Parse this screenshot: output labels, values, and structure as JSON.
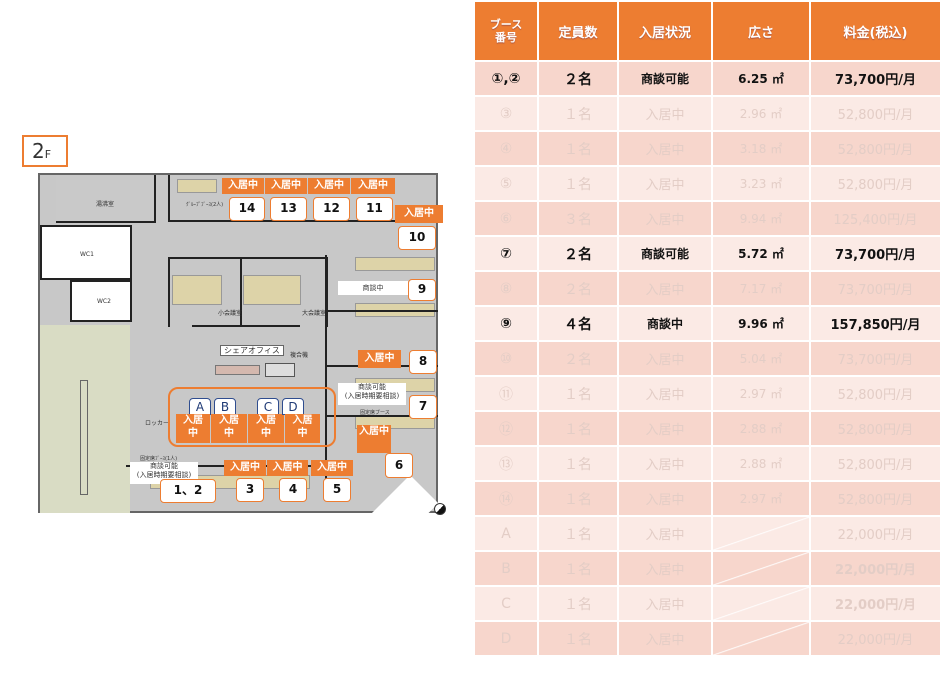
{
  "floor": {
    "number": "2",
    "suffix": "F"
  },
  "plan": {
    "labels": {
      "kitchen": "湯沸室",
      "wc1": "WC1",
      "wc2": "WC2",
      "small_meeting": "小会議室",
      "large_meeting": "大会議室",
      "share_office": "シェアオフィス",
      "copier": "複合機",
      "locker": "ロッカー",
      "fixed_booth": "固定席ブース",
      "small_booth": "ｸﾞﾙｰﾌﾟﾌﾞｰｽ(2人)",
      "booth_1p": "固定席ﾌﾞｰｽ(1人)"
    },
    "booths": [
      {
        "num": "14",
        "status": "入居中"
      },
      {
        "num": "13",
        "status": "入居中"
      },
      {
        "num": "12",
        "status": "入居中"
      },
      {
        "num": "11",
        "status": "入居中"
      },
      {
        "num": "10",
        "status": "入居中"
      },
      {
        "num": "9",
        "status": "商談中"
      },
      {
        "num": "8",
        "status": "入居中"
      },
      {
        "num": "7",
        "status": "商談可能\n(入居時期要相談)"
      },
      {
        "num": "6",
        "status": "入居中"
      },
      {
        "num": "5",
        "status": "入居中"
      },
      {
        "num": "4",
        "status": "入居中"
      },
      {
        "num": "3",
        "status": "入居中"
      },
      {
        "num": "1、2",
        "status": "商談可能\n(入居時期要相談)"
      }
    ],
    "open_seats": [
      {
        "letter": "A",
        "status": "入居\n中"
      },
      {
        "letter": "B",
        "status": "入居\n中"
      },
      {
        "letter": "C",
        "status": "入居\n中"
      },
      {
        "letter": "D",
        "status": "入居\n中"
      }
    ]
  },
  "table": {
    "headers": [
      "ブース\n番号",
      "定員数",
      "入居状況",
      "広さ",
      "料金(税込)"
    ],
    "rows": [
      {
        "booth": "①,②",
        "capacity": "２名",
        "status": "商談可能",
        "area": "6.25 ㎡",
        "fee": "73,700円/月",
        "active": true
      },
      {
        "booth": "③",
        "capacity": "１名",
        "status": "入居中",
        "area": "2.96 ㎡",
        "fee": "52,800円/月"
      },
      {
        "booth": "④",
        "capacity": "１名",
        "status": "入居中",
        "area": "3.18 ㎡",
        "fee": "52,800円/月"
      },
      {
        "booth": "⑤",
        "capacity": "１名",
        "status": "入居中",
        "area": "3.23 ㎡",
        "fee": "52,800円/月"
      },
      {
        "booth": "⑥",
        "capacity": "３名",
        "status": "入居中",
        "area": "9.94 ㎡",
        "fee": "125,400円/月"
      },
      {
        "booth": "⑦",
        "capacity": "２名",
        "status": "商談可能",
        "area": "5.72 ㎡",
        "fee": "73,700円/月",
        "active": true
      },
      {
        "booth": "⑧",
        "capacity": "２名",
        "status": "入居中",
        "area": "7.17 ㎡",
        "fee": "73,700円/月"
      },
      {
        "booth": "⑨",
        "capacity": "４名",
        "status": "商談中",
        "area": "9.96 ㎡",
        "fee": "157,850円/月",
        "active": true
      },
      {
        "booth": "⑩",
        "capacity": "２名",
        "status": "入居中",
        "area": "5.04 ㎡",
        "fee": "73,700円/月"
      },
      {
        "booth": "⑪",
        "capacity": "１名",
        "status": "入居中",
        "area": "2.97 ㎡",
        "fee": "52,800円/月"
      },
      {
        "booth": "⑫",
        "capacity": "１名",
        "status": "入居中",
        "area": "2.88 ㎡",
        "fee": "52,800円/月"
      },
      {
        "booth": "⑬",
        "capacity": "１名",
        "status": "入居中",
        "area": "2.88 ㎡",
        "fee": "52,800円/月"
      },
      {
        "booth": "⑭",
        "capacity": "１名",
        "status": "入居中",
        "area": "2.97 ㎡",
        "fee": "52,800円/月"
      },
      {
        "booth": "A",
        "capacity": "１名",
        "status": "入居中",
        "area": "",
        "fee": "22,000円/月"
      },
      {
        "booth": "B",
        "capacity": "１名",
        "status": "入居中",
        "area": "",
        "fee": "22,000円/月"
      },
      {
        "booth": "C",
        "capacity": "１名",
        "status": "入居中",
        "area": "",
        "fee": "22,000円/月"
      },
      {
        "booth": "D",
        "capacity": "１名",
        "status": "入居中",
        "area": "",
        "fee": "22,000円/月"
      }
    ]
  },
  "colors": {
    "accent": "#ed7d31",
    "row_dark": "#f7d6cc",
    "row_light": "#fbeae5",
    "open_seat_border": "#2f4d8f"
  }
}
